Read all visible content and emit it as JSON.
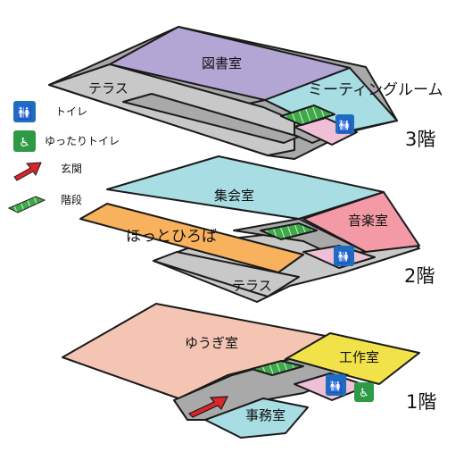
{
  "colors": {
    "library": "#b3a6d4",
    "meeting": "#a7dde3",
    "hall": "#a7dde3",
    "terrace": "#c8c8c8",
    "corridor": "#a9a9a9",
    "pink_small": "#efbfd6",
    "music": "#f39aa6",
    "open_space": "#f8b15c",
    "playroom": "#f5c5b4",
    "workshop": "#f2e24a",
    "office": "#a7dde3",
    "stairs": "#3fa94a",
    "toilet_bg": "#1f6ebd",
    "accessible_bg": "#2f9a46",
    "entrance": "#d8262b"
  },
  "legend": {
    "toilet": "トイレ",
    "accessible_toilet": "ゆったりトイレ",
    "entrance": "玄関",
    "stairs": "階段"
  },
  "floors": {
    "f3": {
      "label": "3階",
      "rooms": {
        "library": "図書室",
        "meeting": "ミーティングルーム",
        "terrace": "テラス"
      }
    },
    "f2": {
      "label": "2階",
      "rooms": {
        "hall": "集会室",
        "music": "音楽室",
        "open_space": "ほっとひろば",
        "terrace": "テラス"
      }
    },
    "f1": {
      "label": "1階",
      "rooms": {
        "playroom": "ゆうぎ室",
        "workshop": "工作室",
        "office": "事務室"
      }
    }
  }
}
